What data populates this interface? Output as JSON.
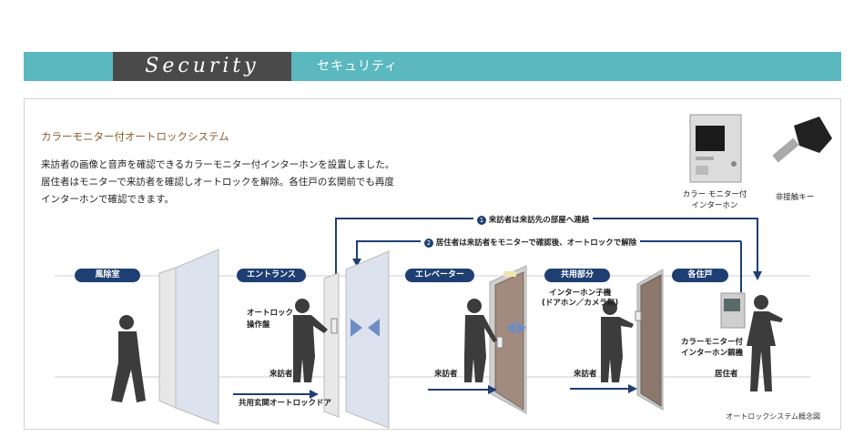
{
  "header": {
    "badge": "Security",
    "subtitle": "セキュリティ"
  },
  "section": {
    "title": "カラーモニター付オートロックシステム",
    "description": [
      "来訪者の画像と音声を確認できるカラーモニター付インターホンを設置しました。",
      "居住者はモニターで来訪者を確認しオートロックを解除。各住戸の玄関前でも再度",
      "インターホンで確認できます。"
    ]
  },
  "products": {
    "intercom": [
      "カラー モニター付",
      "インターホン"
    ],
    "key": "非接触キー"
  },
  "flow": {
    "step1": "来訪者は来訪先の部屋へ連絡",
    "step2": "居住者は来訪者をモニターで確認後、オートロックで解除"
  },
  "zones": [
    "風除室",
    "エントランス",
    "エレベーター",
    "共用部分",
    "各住戸"
  ],
  "labels": {
    "autolock_panel": [
      "オートロック",
      "操作盤"
    ],
    "visitor": "来訪者",
    "common_door": "共用玄関オートロックドア",
    "interphone_sub": [
      "インターホン子機",
      "(ドアホン／カメラ無)"
    ],
    "interphone_main": [
      "カラーモニター付",
      "インターホン親機"
    ],
    "resident": "居住者"
  },
  "footnote": "オートロックシステム概念図",
  "colors": {
    "header": "#5bb8bf",
    "badge": "#4a4a4a",
    "navy": "#1f3f73",
    "accent": "#6f8cc4"
  }
}
